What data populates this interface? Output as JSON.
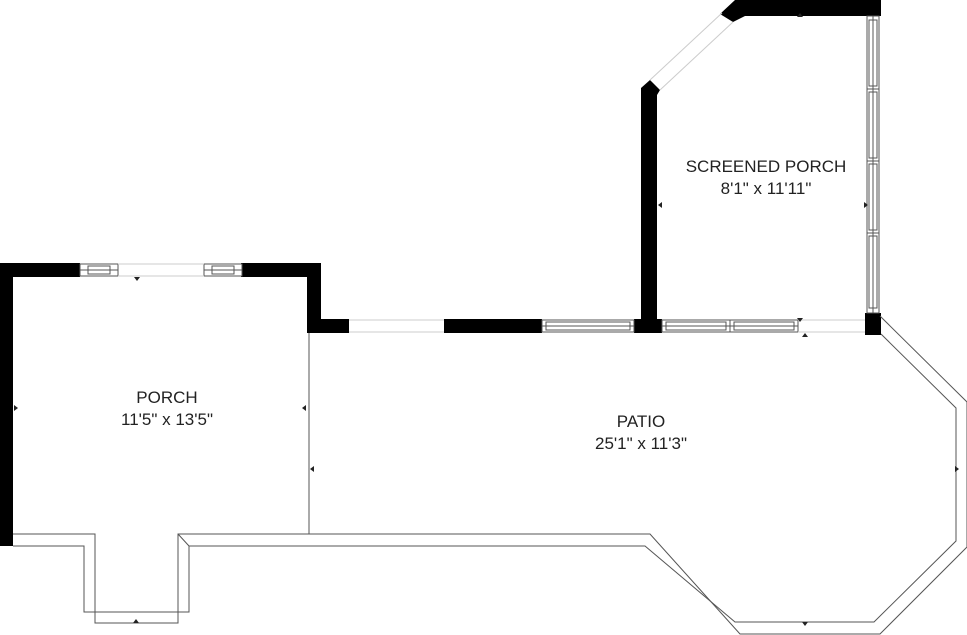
{
  "colors": {
    "wall": "#000000",
    "outline": "#555555",
    "background": "#ffffff"
  },
  "rooms": {
    "screened_porch": {
      "name": "SCREENED PORCH",
      "dimensions": "8'1\" x 11'11\""
    },
    "porch": {
      "name": "PORCH",
      "dimensions": "11'5\" x 13'5\""
    },
    "patio": {
      "name": "PATIO",
      "dimensions": "25'1\" x 11'3\""
    }
  }
}
